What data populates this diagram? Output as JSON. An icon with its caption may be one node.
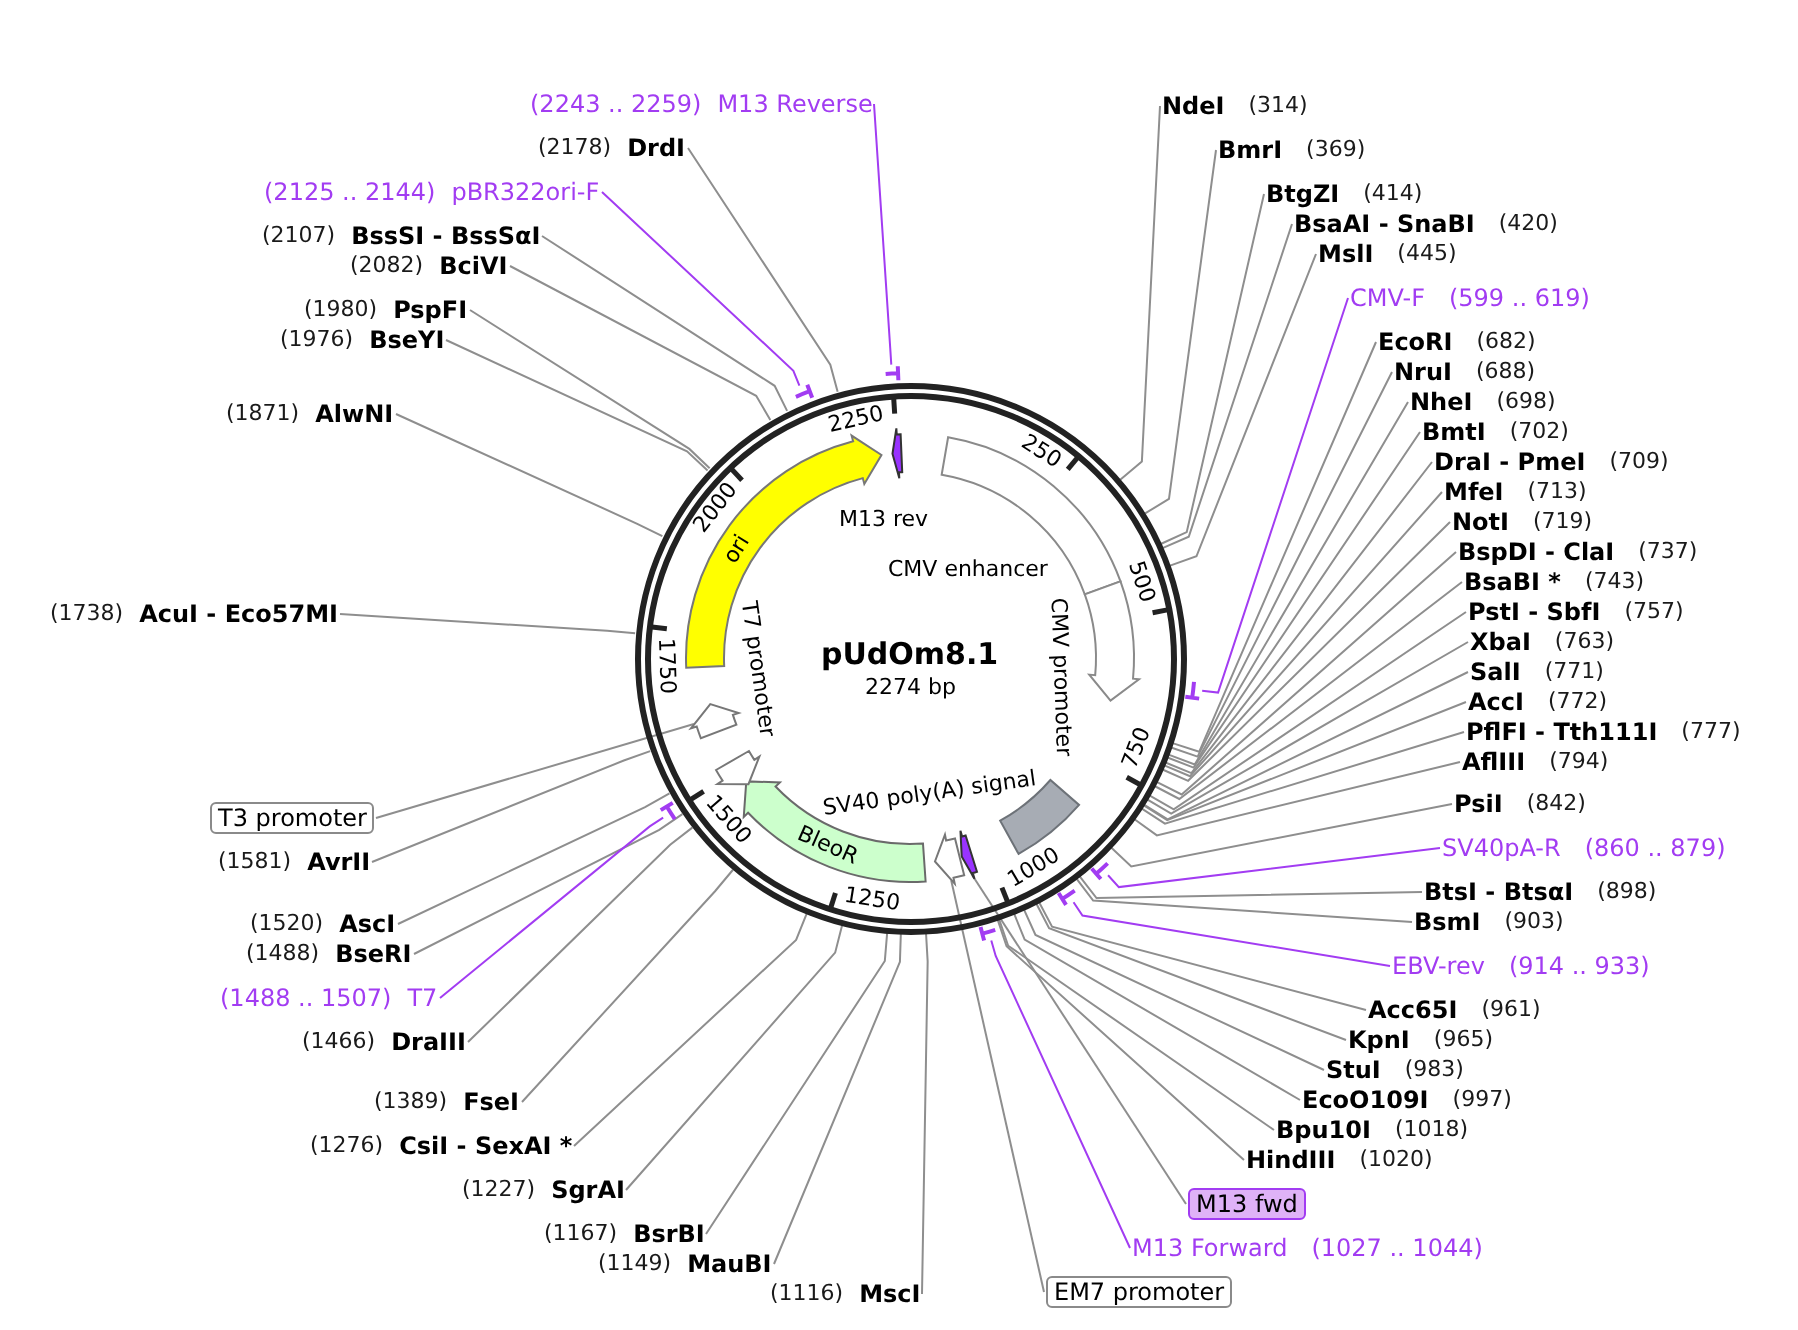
{
  "diagram": {
    "nodes": [
      {
        "text": [
          "(2243 .. 2259)",
          "M13 Reverse"
        ]
      },
      {
        "text": [
          "(2178)",
          "DrdI"
        ]
      },
      {
        "text": [
          "(2125 .. 2144)",
          "pBR322ori-F"
        ]
      },
      {
        "text": [
          "(2107)",
          "BssSI - BssSαI"
        ]
      },
      {
        "text": [
          "(2082)",
          "BciVI"
        ]
      },
      {
        "text": [
          "(1980)",
          "PspFI"
        ]
      },
      {
        "text": [
          "(1976)",
          "BseYI"
        ]
      },
      {
        "text": [
          "(1871)",
          "AlwNI"
        ]
      },
      {
        "text": [
          "(1738)",
          "AcuI - Eco57MI"
        ]
      },
      {
        "text": [
          "T3 promoter"
        ]
      },
      {
        "text": [
          "(1581)",
          "AvrII"
        ]
      },
      {
        "text": [
          "(1520)",
          "AscI"
        ]
      },
      {
        "text": [
          "(1488)",
          "BseRI"
        ]
      },
      {
        "text": [
          "(1488 .. 1507)",
          "T7"
        ]
      },
      {
        "text": [
          "(1466)",
          "DraIII"
        ]
      },
      {
        "text": [
          "(1389)",
          "FseI"
        ]
      },
      {
        "text": [
          "(1276)",
          "CsiI - SexAI *"
        ]
      },
      {
        "text": [
          "(1227)",
          "SgrAI"
        ]
      },
      {
        "text": [
          "(1167)",
          "BsrBI"
        ]
      },
      {
        "text": [
          "(1149)",
          "MauBI"
        ]
      },
      {
        "text": [
          "(1116)",
          "MscI"
        ]
      },
      {
        "text": [
          "NdeI",
          "(314)"
        ]
      },
      {
        "text": [
          "BmrI",
          "(369)"
        ]
      },
      {
        "text": [
          "BtgZI",
          "(414)"
        ]
      },
      {
        "text": [
          "BsaAI - SnaBI",
          "(420)"
        ]
      },
      {
        "text": [
          "MslI",
          "(445)"
        ]
      },
      {
        "text": [
          "CMV-F",
          "(599 .. 619)"
        ]
      },
      {
        "text": [
          "EcoRI",
          "(682)"
        ]
      },
      {
        "text": [
          "NruI",
          "(688)"
        ]
      },
      {
        "text": [
          "NheI",
          "(698)"
        ]
      },
      {
        "text": [
          "BmtI",
          "(702)"
        ]
      },
      {
        "text": [
          "DraI - PmeI",
          "(709)"
        ]
      },
      {
        "text": [
          "MfeI",
          "(713)"
        ]
      },
      {
        "text": [
          "NotI",
          "(719)"
        ]
      },
      {
        "text": [
          "BspDI - ClaI",
          "(737)"
        ]
      },
      {
        "text": [
          "BsaBI *",
          "(743)"
        ]
      },
      {
        "text": [
          "PstI - SbfI",
          "(757)"
        ]
      },
      {
        "text": [
          "XbaI",
          "(763)"
        ]
      },
      {
        "text": [
          "SalI",
          "(771)"
        ]
      },
      {
        "text": [
          "AccI",
          "(772)"
        ]
      },
      {
        "text": [
          "PflFI - Tth111I",
          "(777)"
        ]
      },
      {
        "text": [
          "AflIII",
          "(794)"
        ]
      },
      {
        "text": [
          "PsiI",
          "(842)"
        ]
      },
      {
        "text": [
          "SV40pA-R",
          "(860 .. 879)"
        ]
      },
      {
        "text": [
          "BtsI - BtsαI",
          "(898)"
        ]
      },
      {
        "text": [
          "BsmI",
          "(903)"
        ]
      },
      {
        "text": [
          "EBV-rev",
          "(914 .. 933)"
        ]
      },
      {
        "text": [
          "Acc65I",
          "(961)"
        ]
      },
      {
        "text": [
          "KpnI",
          "(965)"
        ]
      },
      {
        "text": [
          "StuI",
          "(983)"
        ]
      },
      {
        "text": [
          "EcoO109I",
          "(997)"
        ]
      },
      {
        "text": [
          "Bpu10I",
          "(1018)"
        ]
      },
      {
        "text": [
          "HindIII",
          "(1020)"
        ]
      },
      {
        "text": [
          "M13 fwd"
        ]
      },
      {
        "text": [
          "M13 Forward",
          "(1027 .. 1044)"
        ]
      },
      {
        "text": [
          "EM7 promoter"
        ]
      },
      {
        "text": [
          "pUdOm8.1",
          "2274 bp"
        ]
      },
      {
        "text": [
          "M13 rev"
        ],
        "in": 56
      },
      {
        "text": [
          "CMV enhancer"
        ],
        "in": 56
      },
      {
        "text": [
          "CMV promoter"
        ],
        "in": 56
      },
      {
        "text": [
          "SV40 poly(A) signal"
        ],
        "in": 56
      },
      {
        "text": [],
        "shape": "arrow",
        "in": 56
      },
      {
        "text": [],
        "shape": "arrow",
        "in": 56
      },
      {
        "text": [
          "BleoR"
        ],
        "in": 56
      },
      {
        "text": [
          "T7 promoter"
        ],
        "in": 56
      },
      {
        "text": [],
        "shape": "arrow",
        "in": 56
      },
      {
        "text": [
          "ori"
        ],
        "in": 56
      },
      {
        "text": [],
        "shape": "bar"
      },
      {
        "text": [],
        "shape": "bar"
      },
      {
        "text": [],
        "shape": "bar"
      },
      {
        "text": [],
        "shape": "bar"
      },
      {
        "text": [],
        "shape": "bar"
      },
      {
        "text": [],
        "shape": "bar"
      },
      {
        "text": [],
        "shape": "bar"
      }
    ],
    "edges": [
      {
        "from": 0,
        "to": 67,
        "arrow": "none",
        "color": "#a23cf2"
      },
      {
        "from": 1,
        "to": 56,
        "arrow": "none"
      },
      {
        "from": 2,
        "to": 68,
        "arrow": "none",
        "color": "#a23cf2"
      },
      {
        "from": 3,
        "to": 56,
        "arrow": "none"
      },
      {
        "from": 4,
        "to": 56,
        "arrow": "none"
      },
      {
        "from": 5,
        "to": 56,
        "arrow": "none"
      },
      {
        "from": 6,
        "to": 56,
        "arrow": "none"
      },
      {
        "from": 7,
        "to": 56,
        "arrow": "none"
      },
      {
        "from": 8,
        "to": 56,
        "arrow": "none"
      },
      {
        "from": 9,
        "to": 65,
        "arrow": "none"
      },
      {
        "from": 10,
        "to": 56,
        "arrow": "none"
      },
      {
        "from": 11,
        "to": 56,
        "arrow": "none"
      },
      {
        "from": 12,
        "to": 56,
        "arrow": "none"
      },
      {
        "from": 13,
        "to": 73,
        "arrow": "none",
        "color": "#a23cf2"
      },
      {
        "from": 14,
        "to": 56,
        "arrow": "none"
      },
      {
        "from": 15,
        "to": 56,
        "arrow": "none"
      },
      {
        "from": 16,
        "to": 56,
        "arrow": "none"
      },
      {
        "from": 17,
        "to": 56,
        "arrow": "none"
      },
      {
        "from": 18,
        "to": 56,
        "arrow": "none"
      },
      {
        "from": 19,
        "to": 56,
        "arrow": "none"
      },
      {
        "from": 20,
        "to": 56,
        "arrow": "none"
      },
      {
        "from": 21,
        "to": 56,
        "arrow": "none"
      },
      {
        "from": 22,
        "to": 56,
        "arrow": "none"
      },
      {
        "from": 23,
        "to": 56,
        "arrow": "none"
      },
      {
        "from": 24,
        "to": 56,
        "arrow": "none"
      },
      {
        "from": 25,
        "to": 56,
        "arrow": "none"
      },
      {
        "from": 26,
        "to": 69,
        "arrow": "none",
        "color": "#a23cf2"
      },
      {
        "from": 27,
        "to": 56,
        "arrow": "none"
      },
      {
        "from": 28,
        "to": 56,
        "arrow": "none"
      },
      {
        "from": 29,
        "to": 56,
        "arrow": "none"
      },
      {
        "from": 30,
        "to": 56,
        "arrow": "none"
      },
      {
        "from": 31,
        "to": 56,
        "arrow": "none"
      },
      {
        "from": 32,
        "to": 56,
        "arrow": "none"
      },
      {
        "from": 33,
        "to": 56,
        "arrow": "none"
      },
      {
        "from": 34,
        "to": 56,
        "arrow": "none"
      },
      {
        "from": 35,
        "to": 56,
        "arrow": "none"
      },
      {
        "from": 36,
        "to": 56,
        "arrow": "none"
      },
      {
        "from": 37,
        "to": 56,
        "arrow": "none"
      },
      {
        "from": 38,
        "to": 56,
        "arrow": "none"
      },
      {
        "from": 39,
        "to": 56,
        "arrow": "none"
      },
      {
        "from": 40,
        "to": 56,
        "arrow": "none"
      },
      {
        "from": 41,
        "to": 56,
        "arrow": "none"
      },
      {
        "from": 42,
        "to": 56,
        "arrow": "none"
      },
      {
        "from": 43,
        "to": 70,
        "arrow": "none",
        "color": "#a23cf2"
      },
      {
        "from": 44,
        "to": 56,
        "arrow": "none"
      },
      {
        "from": 45,
        "to": 56,
        "arrow": "none"
      },
      {
        "from": 46,
        "to": 71,
        "arrow": "none",
        "color": "#a23cf2"
      },
      {
        "from": 47,
        "to": 56,
        "arrow": "none"
      },
      {
        "from": 48,
        "to": 56,
        "arrow": "none"
      },
      {
        "from": 49,
        "to": 56,
        "arrow": "none"
      },
      {
        "from": 50,
        "to": 56,
        "arrow": "none"
      },
      {
        "from": 51,
        "to": 56,
        "arrow": "none"
      },
      {
        "from": 52,
        "to": 56,
        "arrow": "none"
      },
      {
        "from": 53,
        "to": 61,
        "arrow": "none"
      },
      {
        "from": 54,
        "to": 72,
        "arrow": "none",
        "color": "#a23cf2"
      },
      {
        "from": 55,
        "to": 62,
        "arrow": "none"
      }
    ],
    "labels": [
      "250",
      "500",
      "750",
      "1000",
      "1250",
      "1500",
      "1750",
      "2000",
      "2250"
    ]
  }
}
